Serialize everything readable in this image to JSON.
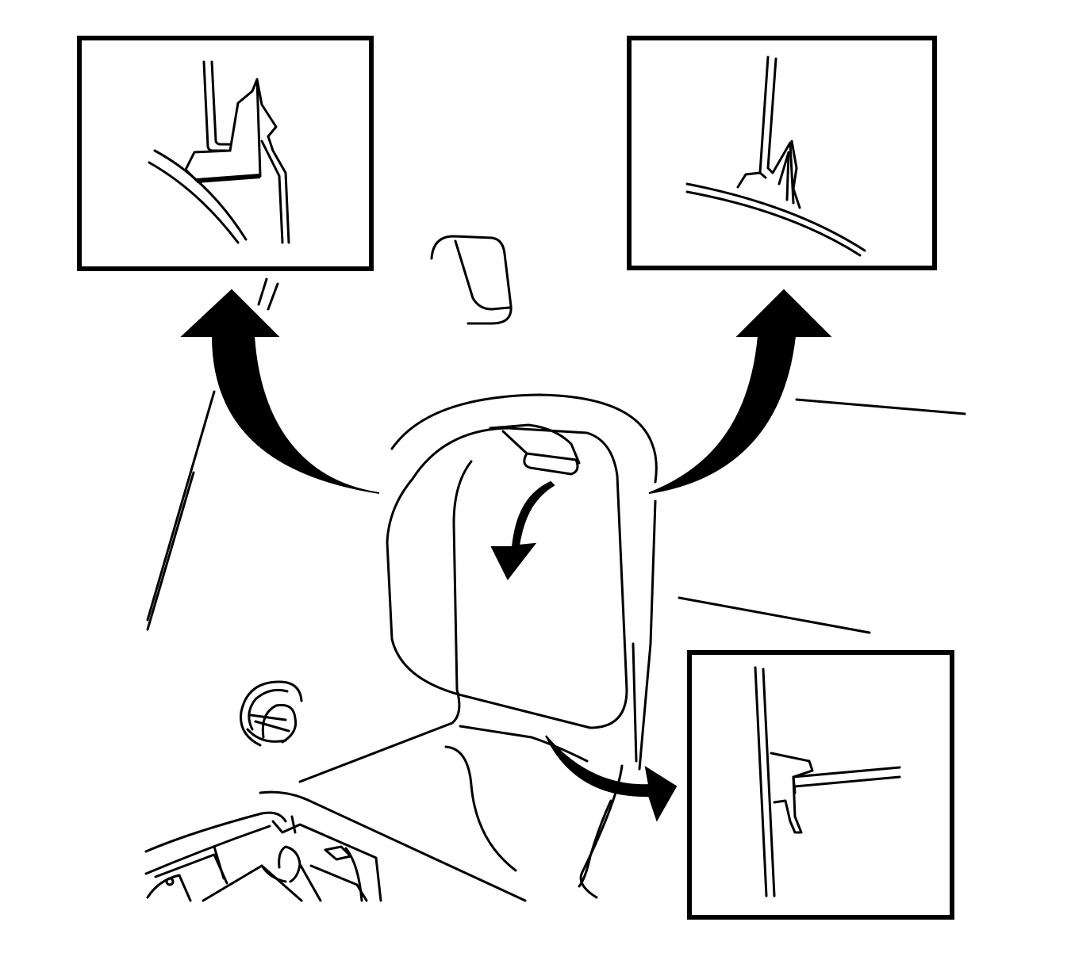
{
  "diagram": {
    "background_color": "#ffffff",
    "line_color": "#000000",
    "components": [
      {
        "id": "access-panel",
        "kind": "trim-panel"
      },
      {
        "id": "panel-tab",
        "kind": "pull-tab"
      },
      {
        "id": "detail-view-clip-upper-left",
        "kind": "inset-detail"
      },
      {
        "id": "detail-view-clip-upper-right",
        "kind": "inset-detail"
      },
      {
        "id": "detail-view-clip-lower-right",
        "kind": "inset-detail"
      },
      {
        "id": "tie-down-loop",
        "kind": "anchor"
      }
    ],
    "arrows": [
      {
        "id": "removal-direction-arrow",
        "meaning": "pull panel down"
      },
      {
        "id": "callout-arrow-upper-left",
        "points_to": "detail-view-clip-upper-left"
      },
      {
        "id": "callout-arrow-upper-right",
        "points_to": "detail-view-clip-upper-right"
      },
      {
        "id": "callout-arrow-lower-right",
        "points_to": "detail-view-clip-lower-right"
      }
    ]
  }
}
